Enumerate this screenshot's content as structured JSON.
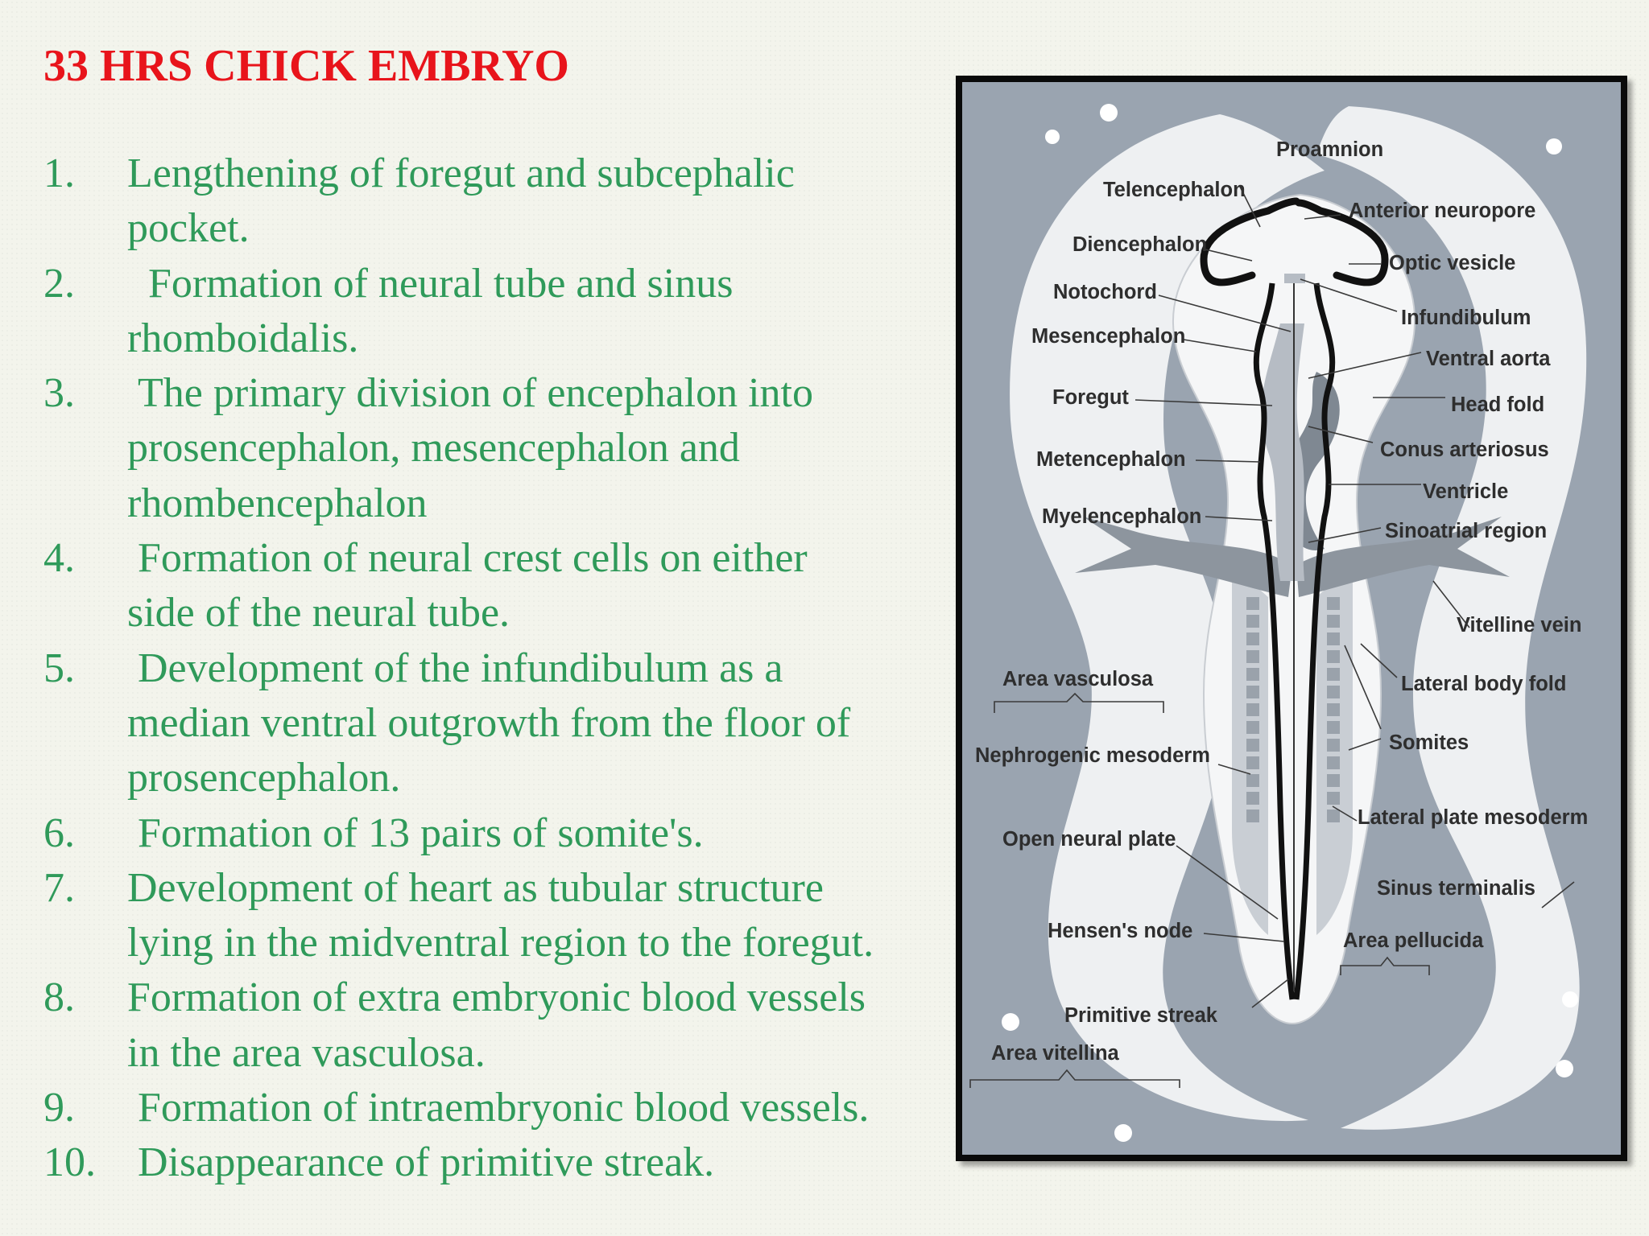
{
  "title": "33 HRS CHICK EMBRYO",
  "points": [
    {
      "num": "1.",
      "text": "Lengthening of foregut and subcephalic\npocket."
    },
    {
      "num": "2.",
      "text": "  Formation of neural tube and sinus\nrhomboidalis."
    },
    {
      "num": "3.",
      "text": " The primary division of encephalon into\nprosencephalon, mesencephalon and\nrhombencephalon"
    },
    {
      "num": "4.",
      "text": " Formation of neural crest cells on either\nside of the neural tube."
    },
    {
      "num": "5.",
      "text": " Development of the infundibulum as a\nmedian ventral outgrowth from the floor of\nprosencephalon."
    },
    {
      "num": "6.",
      "text": " Formation of 13 pairs of somite's."
    },
    {
      "num": "7.",
      "text": "Development of heart as tubular structure\nlying in the midventral region to the foregut."
    },
    {
      "num": "8.",
      "text": "Formation of extra embryonic blood vessels\nin the area vasculosa."
    },
    {
      "num": "9.",
      "text": " Formation of intraembryonic blood vessels."
    },
    {
      "num": "10.",
      "text": " Disappearance of primitive streak."
    }
  ],
  "diagram": {
    "labels": {
      "proamnion": "Proamnion",
      "telencephalon": "Telencephalon",
      "anterior_neuropore": "Anterior neuropore",
      "diencephalon": "Diencephalon",
      "optic_vesicle": "Optic vesicle",
      "notochord": "Notochord",
      "infundibulum": "Infundibulum",
      "mesencephalon": "Mesencephalon",
      "ventral_aorta": "Ventral aorta",
      "foregut": "Foregut",
      "head_fold": "Head fold",
      "conus_arteriosus": "Conus arteriosus",
      "metencephalon": "Metencephalon",
      "ventricle": "Ventricle",
      "myelencephalon": "Myelencephalon",
      "sinoatrial_region": "Sinoatrial region",
      "vitelline_vein": "Vitelline vein",
      "area_vasculosa": "Area vasculosa",
      "lateral_body_fold": "Lateral body fold",
      "somites": "Somites",
      "nephrogenic_mesoderm": "Nephrogenic mesoderm",
      "lateral_plate_mesoderm": "Lateral plate mesoderm",
      "open_neural_plate": "Open neural plate",
      "sinus_terminalis": "Sinus terminalis",
      "hensens_node": "Hensen's node",
      "area_pellucida": "Area pellucida",
      "primitive_streak": "Primitive streak",
      "area_vitellina": "Area vitellina"
    }
  }
}
